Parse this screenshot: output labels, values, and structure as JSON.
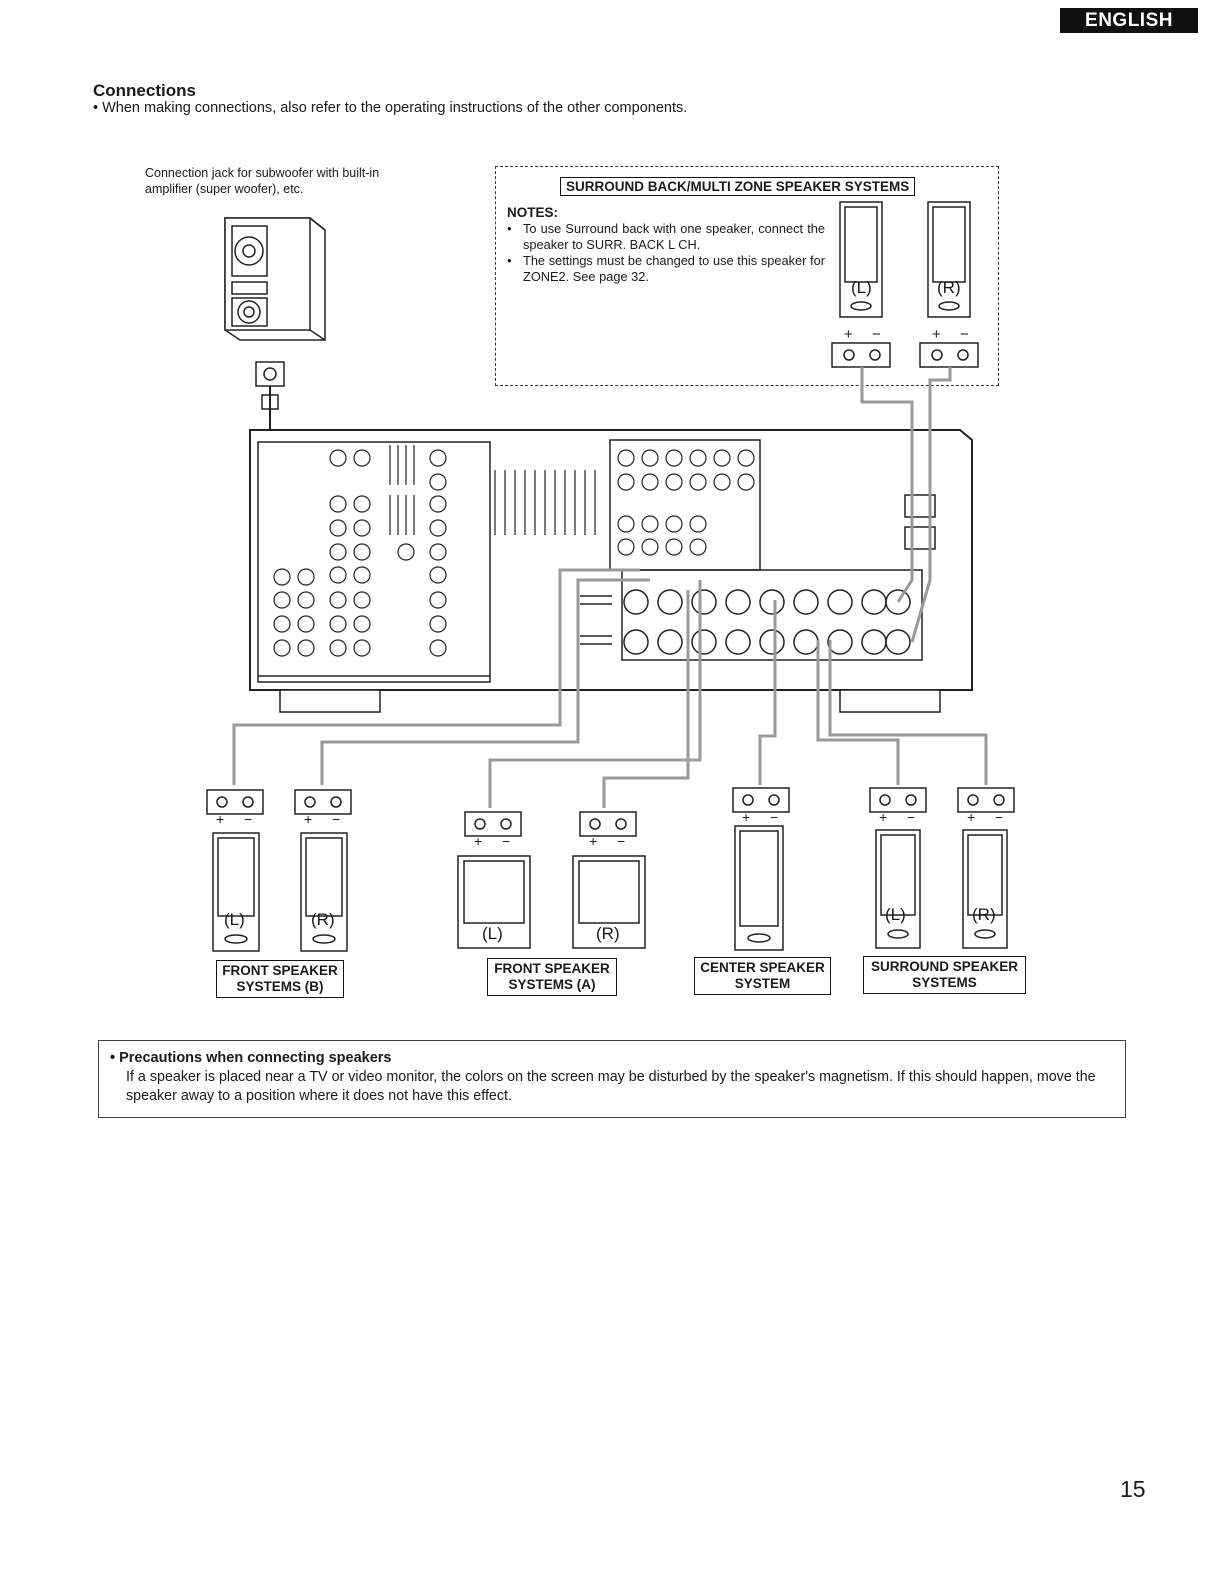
{
  "header": {
    "language_tab": "ENGLISH"
  },
  "section": {
    "title": "Connections",
    "intro": "•  When making connections, also refer to the operating instructions of the other components."
  },
  "subwoofer": {
    "caption_line1": "Connection jack for subwoofer with built-in",
    "caption_line2": "amplifier (super woofer), etc."
  },
  "surround_back": {
    "title": "SURROUND BACK/MULTI ZONE SPEAKER SYSTEMS",
    "notes_heading": "NOTES:",
    "notes": [
      "To use Surround back with one speaker, connect the speaker to SURR. BACK L CH.",
      "The settings must be changed to use this speaker for ZONE2. See page 32."
    ]
  },
  "speaker_labels": {
    "left": "(L)",
    "right": "(R)",
    "plus": "+",
    "minus": "−"
  },
  "captions": {
    "front_b_line1": "FRONT SPEAKER",
    "front_b_line2": "SYSTEMS (B)",
    "front_a_line1": "FRONT SPEAKER",
    "front_a_line2": "SYSTEMS (A)",
    "center_line1": "CENTER SPEAKER",
    "center_line2": "SYSTEM",
    "surround_line1": "SURROUND SPEAKER",
    "surround_line2": "SYSTEMS"
  },
  "precautions": {
    "heading": "•  Precautions when connecting speakers",
    "text": "If a speaker is placed near a TV or video monitor, the colors on the screen may be disturbed by the speaker's magnetism. If this should happen, move the speaker away to a position where it does not have this effect."
  },
  "page_number": "15"
}
